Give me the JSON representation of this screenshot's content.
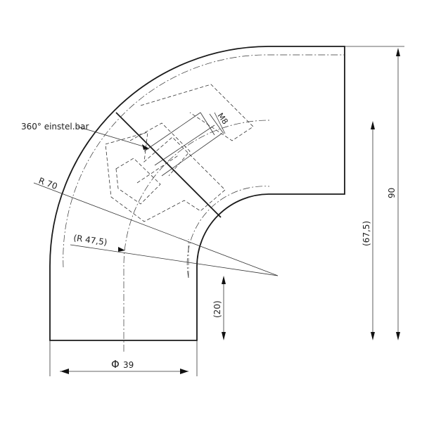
{
  "annotations": {
    "adjustable": "360° einstel.bar",
    "thread": "M8",
    "outer_radius": "R 70",
    "center_radius": "(R 47,5)",
    "diameter": "39",
    "straight_length": "(20)",
    "total_height": "(67,5)",
    "top_height": "90"
  },
  "symbols": {
    "diameter_symbol": "Φ"
  }
}
